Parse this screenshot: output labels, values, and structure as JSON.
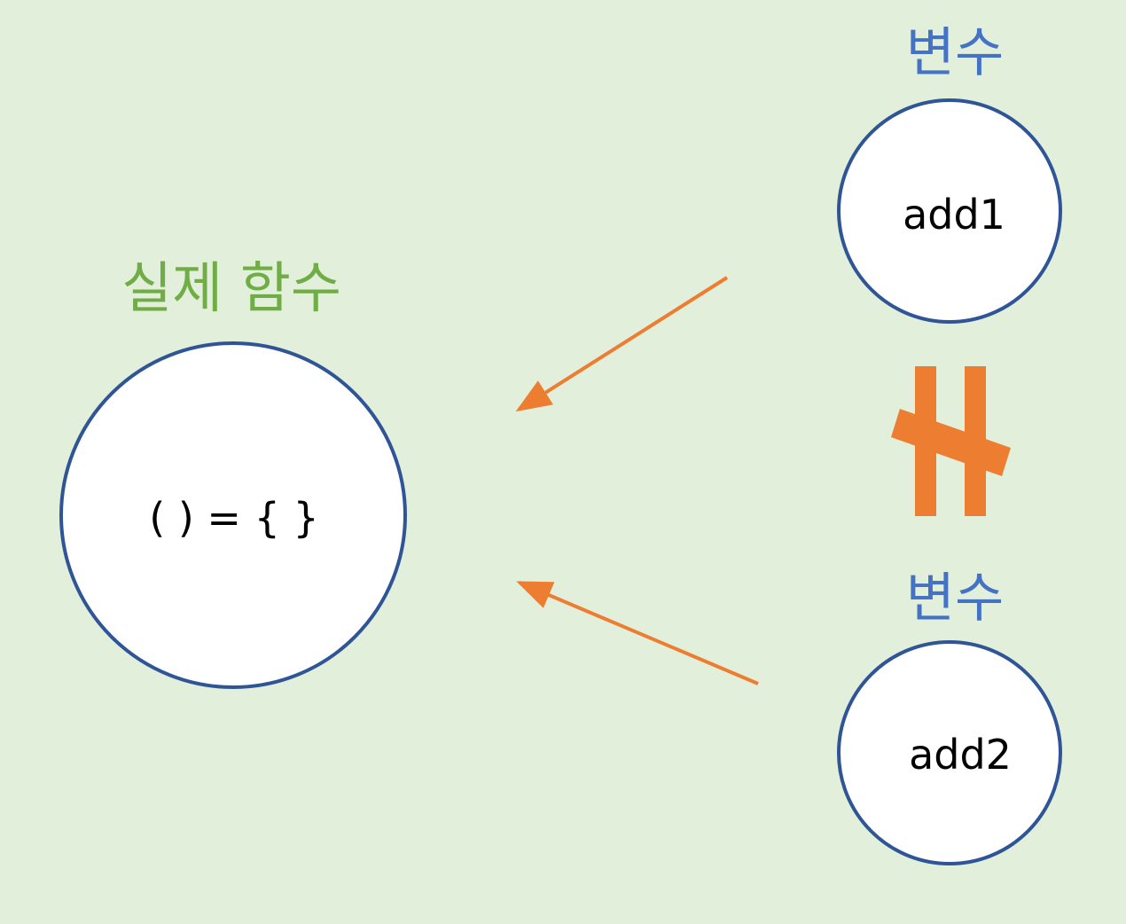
{
  "colors": {
    "background": "#e2efda",
    "circle_stroke": "#2f5597",
    "circle_fill": "#ffffff",
    "arrow": "#ed7d31",
    "function_title": "#70ad47",
    "variable_title": "#4472c4",
    "node_text": "#000000"
  },
  "function_node": {
    "title": "실제 함수",
    "body": "( ) = { }"
  },
  "variable_nodes": [
    {
      "title": "변수",
      "name": "add1"
    },
    {
      "title": "변수",
      "name": "add2"
    }
  ],
  "relations": {
    "not_equal_symbol": "not-equal-icon"
  }
}
